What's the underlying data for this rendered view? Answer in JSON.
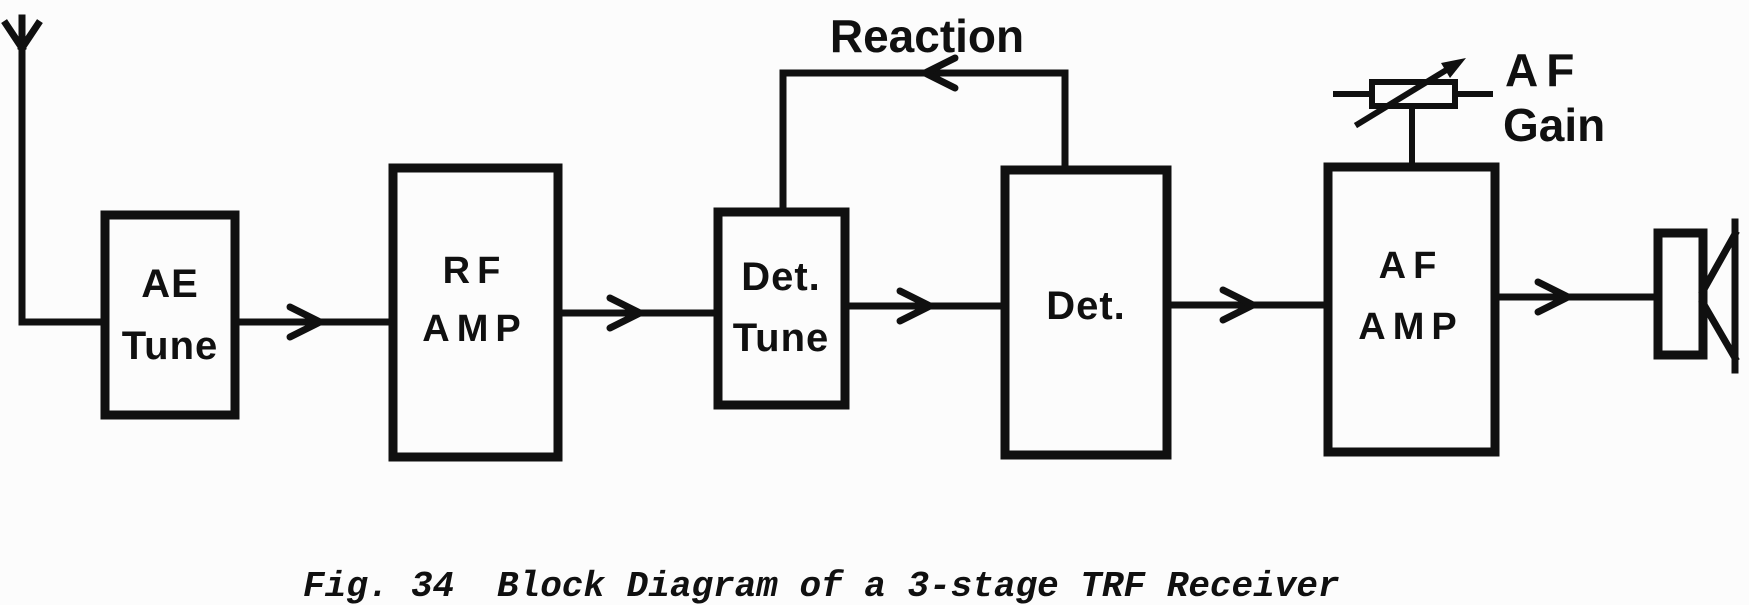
{
  "page": {
    "background": "#fcfcfc",
    "ink": "#101010"
  },
  "caption": {
    "prefix": "Fig. 34",
    "title": "Block Diagram of a 3-stage TRF Receiver"
  },
  "diagram": {
    "type": "block-diagram",
    "subject": "3-stage TRF Receiver",
    "blocks": [
      {
        "id": "ae-tune",
        "line1": "AE",
        "line2": "Tune"
      },
      {
        "id": "rf-amp",
        "line1": "RF",
        "line2": "AMP"
      },
      {
        "id": "det-tune",
        "line1": "Det.",
        "line2": "Tune"
      },
      {
        "id": "det",
        "line1": "Det."
      },
      {
        "id": "af-amp",
        "line1": "AF",
        "line2": "AMP"
      }
    ],
    "annotations": {
      "reaction": "Reaction",
      "af_gain_line1": "AF",
      "af_gain_line2": "Gain"
    },
    "symbols": [
      {
        "id": "antenna",
        "name": "aerial-antenna"
      },
      {
        "id": "af-gain-pot",
        "name": "variable-resistor-volume-control"
      },
      {
        "id": "speaker",
        "name": "loudspeaker"
      }
    ],
    "connections": [
      {
        "from": "antenna",
        "to": "ae-tune",
        "arrow": false
      },
      {
        "from": "ae-tune",
        "to": "rf-amp",
        "arrow": true
      },
      {
        "from": "rf-amp",
        "to": "det-tune",
        "arrow": true
      },
      {
        "from": "det-tune",
        "to": "det",
        "arrow": true
      },
      {
        "from": "det",
        "to": "af-amp",
        "arrow": true
      },
      {
        "from": "af-amp",
        "to": "speaker",
        "arrow": true
      },
      {
        "from": "det",
        "to": "det-tune",
        "arrow": true,
        "kind": "feedback",
        "label": "Reaction"
      }
    ]
  }
}
